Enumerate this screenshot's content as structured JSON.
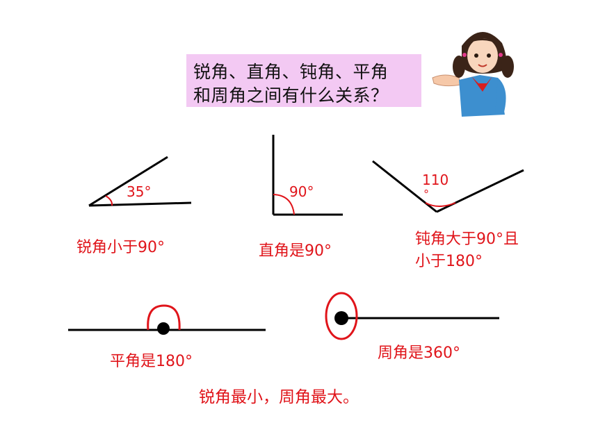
{
  "question": {
    "line1": "锐角、直角、钝角、平角",
    "line2": "和周角之间有什么关系？"
  },
  "acute": {
    "degree_label": "35°",
    "caption": "锐角小于90°"
  },
  "right": {
    "degree_label": "90°",
    "caption": "直角是90°"
  },
  "obtuse": {
    "degree_label_line1": "110",
    "degree_label_line2": "°",
    "caption_line1": "钝角大于90°且",
    "caption_line2": "小于180°"
  },
  "straight": {
    "caption": "平角是180°"
  },
  "full": {
    "caption": "周角是360°"
  },
  "conclusion": "锐角最小，周角最大。",
  "colors": {
    "accent": "#e0141a",
    "question_bg": "#f3c9f3",
    "ink": "#000000"
  }
}
